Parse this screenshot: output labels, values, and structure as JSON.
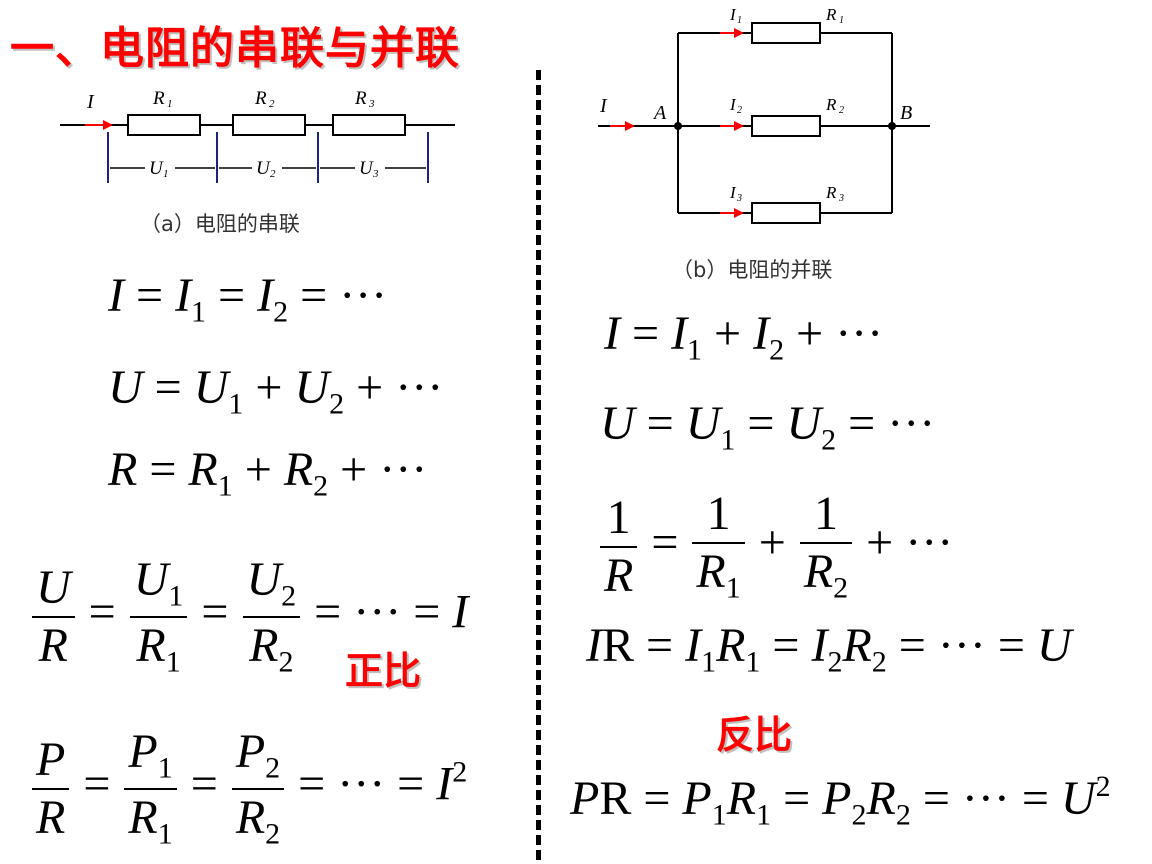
{
  "title": "一、电阻的串联与并联",
  "series_circuit": {
    "caption": "（a）电阻的串联",
    "current": "I",
    "resistors": [
      "R",
      "R",
      "R"
    ],
    "resistor_subs": [
      "1",
      "2",
      "3"
    ],
    "voltages": [
      "U",
      "U",
      "U"
    ],
    "voltage_subs": [
      "1",
      "2",
      "3"
    ]
  },
  "parallel_circuit": {
    "caption": "（b）电阻的并联",
    "current": "I",
    "node_a": "A",
    "node_b": "B",
    "branch_currents": [
      "I",
      "I",
      "I"
    ],
    "branch_subs": [
      "1",
      "2",
      "3"
    ],
    "resistors": [
      "R",
      "R",
      "R"
    ],
    "resistor_subs": [
      "1",
      "2",
      "3"
    ]
  },
  "series_formulas": {
    "current": "I = I1 = I2 = ···",
    "voltage": "U = U1 + U2 + ···",
    "resistance": "R = R1 + R2 + ···",
    "voltage_ratio": "U/R = U1/R1 = U2/R2 = ··· = I",
    "power_ratio": "P/R = P1/R1 = P2/R2 = ··· = I^2"
  },
  "parallel_formulas": {
    "current": "I = I1 + I2 + ···",
    "voltage": "U = U1 = U2 = ···",
    "resistance": "1/R = 1/R1 + 1/R2 + ···",
    "current_product": "IR = I1R1 = I2R2 = ··· = U",
    "power_product": "PR = P1R1 = P2R2 = ··· = U^2"
  },
  "labels": {
    "proportional": "正比",
    "inverse": "反比"
  },
  "colors": {
    "title": "#ff0000",
    "arrow": "#ff0000",
    "dimension_line": "#1a237e"
  }
}
